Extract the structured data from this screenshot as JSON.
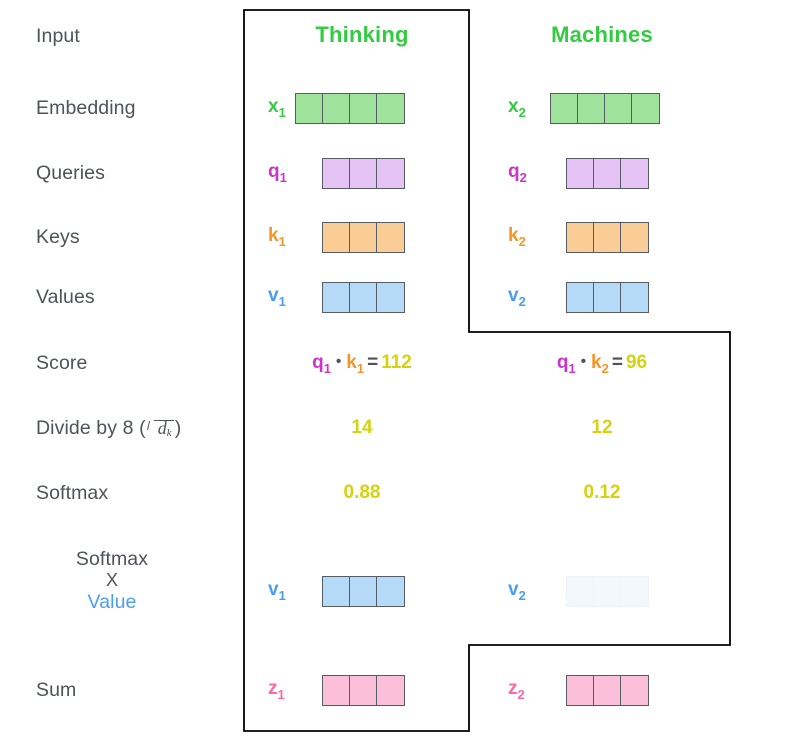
{
  "diagram": {
    "title": "self-attention-calculation",
    "outline_color": "#000000",
    "border_color": "#555c63"
  },
  "row_labels": [
    {
      "id": "input",
      "text": "Input"
    },
    {
      "id": "embedding",
      "text": "Embedding"
    },
    {
      "id": "queries",
      "text": "Queries"
    },
    {
      "id": "keys",
      "text": "Keys"
    },
    {
      "id": "values",
      "text": "Values"
    },
    {
      "id": "score",
      "text": "Score"
    },
    {
      "id": "divide",
      "text": "Divide by 8 (",
      "suffix": ")",
      "math_var": "d",
      "math_sub": "k"
    },
    {
      "id": "softmax",
      "text": "Softmax"
    },
    {
      "id": "softmax-value",
      "line1": "Softmax",
      "line2": "X",
      "line3": "Value"
    },
    {
      "id": "sum",
      "text": "Sum"
    }
  ],
  "columns": [
    {
      "id": "col-1",
      "word": "Thinking",
      "word_color": "#33cc40",
      "embedding": {
        "tag": "x",
        "index": "1",
        "color": "#33cc40",
        "fill": "#9ee29c",
        "cells": 4
      },
      "query": {
        "tag": "q",
        "index": "1",
        "color": "#cc33cc",
        "fill": "#e5c4f5",
        "cells": 3
      },
      "key": {
        "tag": "k",
        "index": "1",
        "color": "#f79628",
        "fill": "#fbcd96",
        "cells": 3
      },
      "value": {
        "tag": "v",
        "index": "1",
        "color": "#4a9df5",
        "fill": "#b5daf8",
        "cells": 3
      },
      "score": {
        "q_tag": "q",
        "q_index": "1",
        "op": "•",
        "k_tag": "k",
        "k_index": "1",
        "equals": "=",
        "result": "112",
        "result_color": "#d4d40e"
      },
      "divided": {
        "value": "14",
        "color": "#d4d40e"
      },
      "softmax": {
        "value": "0.88",
        "color": "#d4d40e"
      },
      "weighted": {
        "tag": "v",
        "index": "1",
        "color": "#4a9df5",
        "fill": "#b5daf8",
        "cells": 3,
        "faded": false
      },
      "sum": {
        "tag": "z",
        "index": "1",
        "color": "#fc69a6",
        "fill": "#fcbfd9",
        "cells": 3
      }
    },
    {
      "id": "col-2",
      "word": "Machines",
      "word_color": "#33cc40",
      "embedding": {
        "tag": "x",
        "index": "2",
        "color": "#33cc40",
        "fill": "#9ee29c",
        "cells": 4
      },
      "query": {
        "tag": "q",
        "index": "2",
        "color": "#cc33cc",
        "fill": "#e5c4f5",
        "cells": 3
      },
      "key": {
        "tag": "k",
        "index": "2",
        "color": "#f79628",
        "fill": "#fbcd96",
        "cells": 3
      },
      "value": {
        "tag": "v",
        "index": "2",
        "color": "#4a9df5",
        "fill": "#b5daf8",
        "cells": 3
      },
      "score": {
        "q_tag": "q",
        "q_index": "1",
        "op": "•",
        "k_tag": "k",
        "k_index": "2",
        "equals": "=",
        "result": "96",
        "result_color": "#d4d40e"
      },
      "divided": {
        "value": "12",
        "color": "#d4d40e"
      },
      "softmax": {
        "value": "0.12",
        "color": "#d4d40e"
      },
      "weighted": {
        "tag": "v",
        "index": "2",
        "color": "#4a9df5",
        "fill": "#f3f8fd",
        "cells": 3,
        "faded": true
      },
      "sum": {
        "tag": "z",
        "index": "2",
        "color": "#fc69a6",
        "fill": "#fcbfd9",
        "cells": 3
      }
    }
  ]
}
